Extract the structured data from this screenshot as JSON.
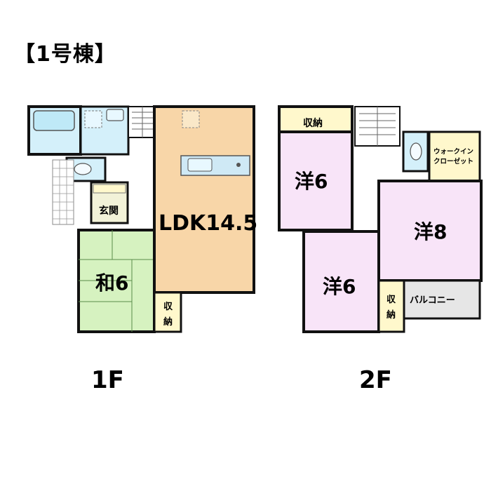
{
  "title": "【1号棟】",
  "colors": {
    "ldk": "#f8d6a8",
    "washitsu": "#d6f2c0",
    "youshitsu": "#f8e4f8",
    "wet": "#d4f0fa",
    "storage": "#fff8cc",
    "entrance": "#f2f2d8",
    "balcony": "#e6e6e6",
    "wall": "#111111"
  },
  "floors": {
    "first": {
      "label": "1F",
      "rooms": {
        "ldk": "LDK14.5",
        "washitsu": "和6",
        "genkan": "玄関",
        "storage_1": "収",
        "storage_2": "納"
      }
    },
    "second": {
      "label": "2F",
      "rooms": {
        "storage_top": "収納",
        "youshitsu_a": "洋6",
        "youshitsu_b": "洋8",
        "youshitsu_c": "洋6",
        "walkin_1": "ウォークイン",
        "walkin_2": "クローゼット",
        "storage_side_1": "収",
        "storage_side_2": "納",
        "balcony": "バルコニー"
      }
    }
  }
}
